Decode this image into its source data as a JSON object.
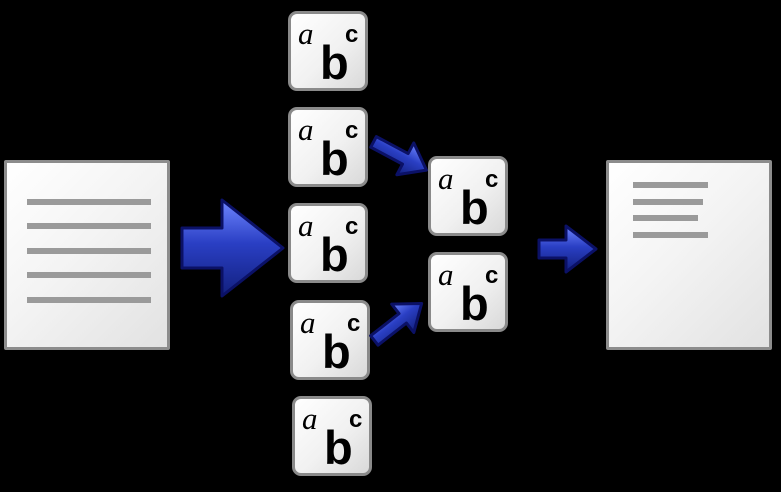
{
  "tile_glyphs": {
    "a": "a",
    "b": "b",
    "c": "c"
  },
  "colors": {
    "background": "#000000",
    "arrow_fill": "#2a3fc4",
    "arrow_stroke": "#0b1166",
    "document_border": "#8c8c8c",
    "text_line": "#9a9a9a"
  },
  "icons": {
    "source_document": "document-icon",
    "result_document": "document-icon",
    "arrows": "arrow-right-icon"
  },
  "diagram": {
    "source_document_lines": 5,
    "split_tiles": 5,
    "selected_tiles": 2,
    "result_document_lines": 4
  }
}
